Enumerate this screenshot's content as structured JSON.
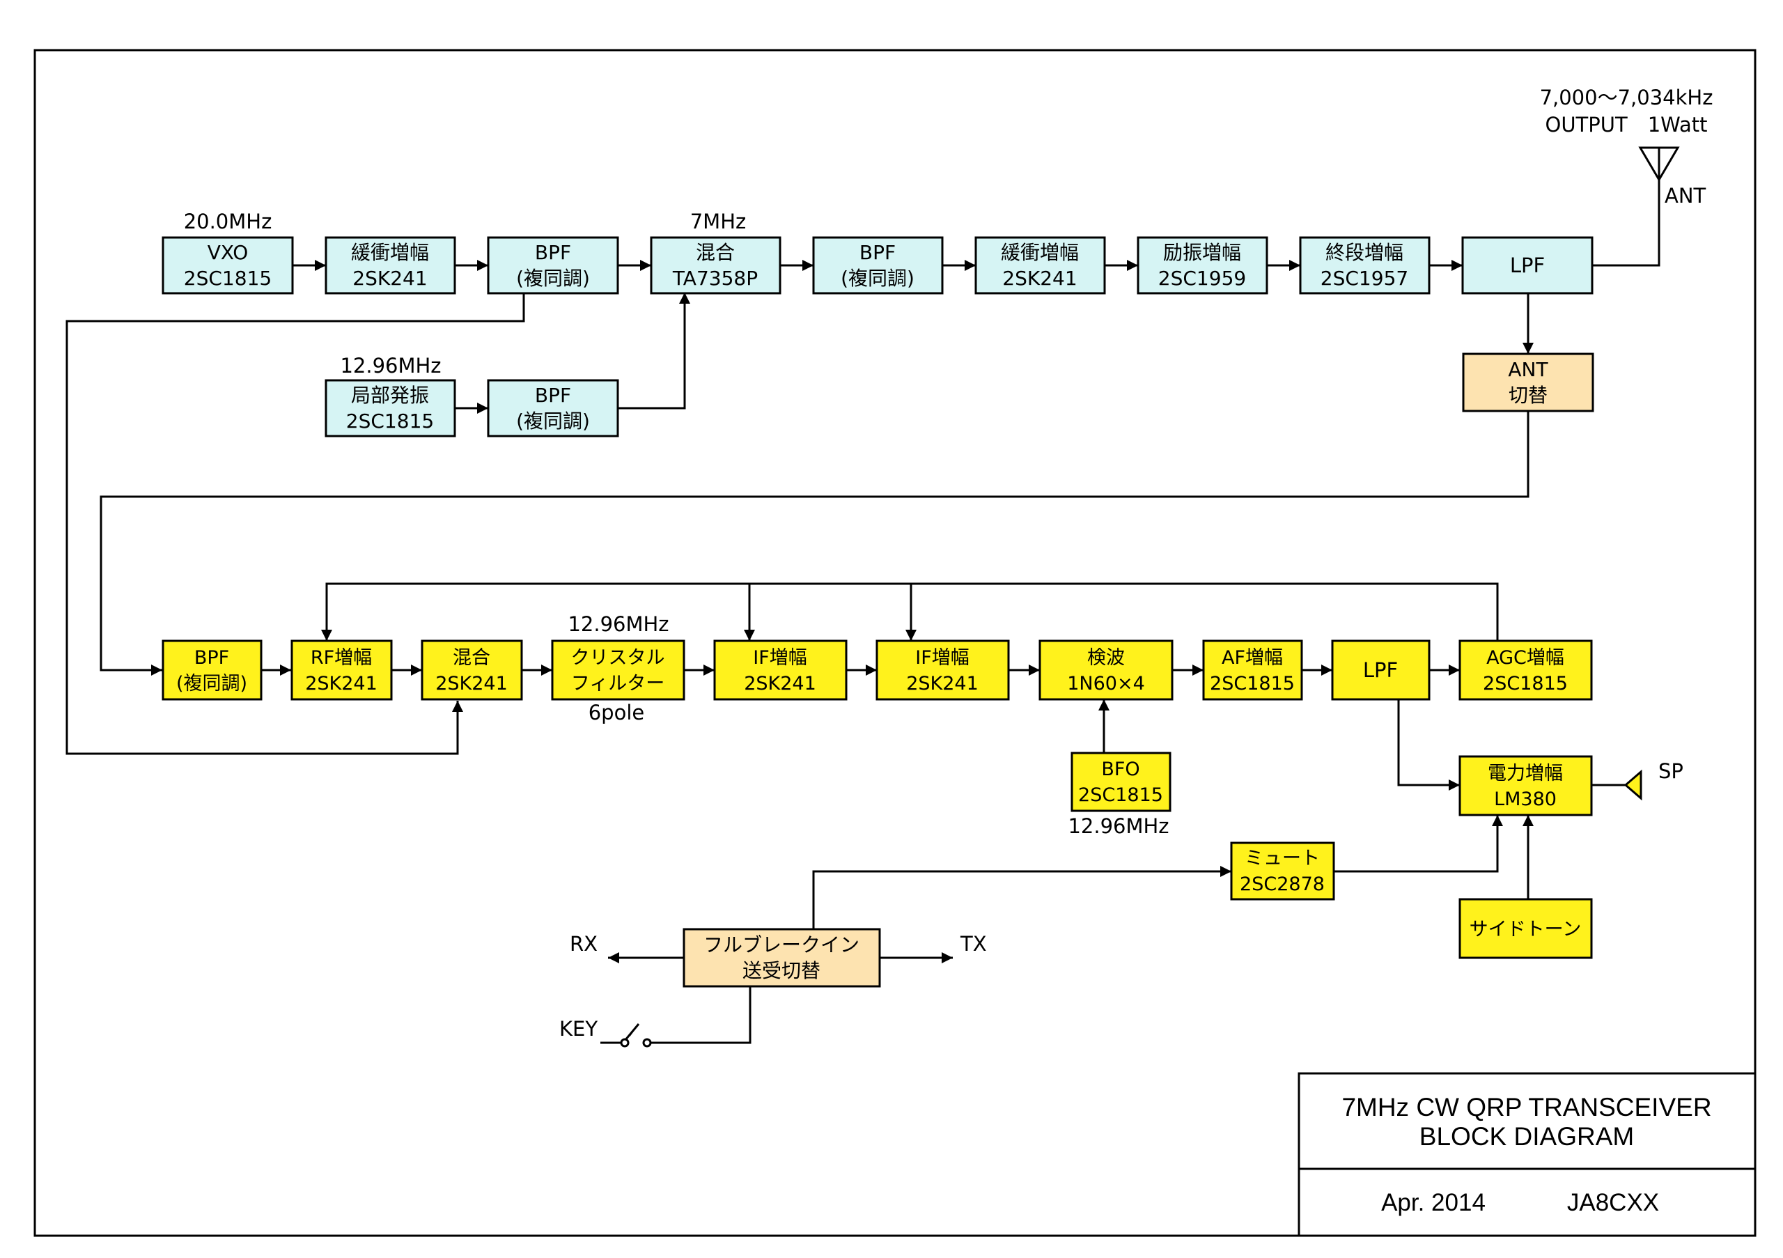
{
  "colors": {
    "tx_block": "#d6f4f4",
    "rx_block": "#fff21c",
    "ctrl_block": "#fde3b0",
    "line": "#000000"
  },
  "blocks": {
    "vxo": {
      "line1": "VXO",
      "line2": "2SC1815"
    },
    "tx_buf1": {
      "line1": "緩衝増幅",
      "line2": "2SK241"
    },
    "tx_bpf1": {
      "line1": "BPF",
      "line2": "(複同調)"
    },
    "tx_mix": {
      "line1": "混合",
      "line2": "TA7358P"
    },
    "tx_bpf2": {
      "line1": "BPF",
      "line2": "(複同調)"
    },
    "tx_buf2": {
      "line1": "緩衝増幅",
      "line2": "2SK241"
    },
    "driver": {
      "line1": "励振増幅",
      "line2": "2SC1959"
    },
    "final": {
      "line1": "終段増幅",
      "line2": "2SC1957"
    },
    "tx_lpf": {
      "line1": "LPF"
    },
    "local_osc": {
      "line1": "局部発振",
      "line2": "2SC1815"
    },
    "lo_bpf": {
      "line1": "BPF",
      "line2": "(複同調)"
    },
    "ant_switch": {
      "line1": "ANT",
      "line2": "切替"
    },
    "rx_bpf": {
      "line1": "BPF",
      "line2": "(複同調)"
    },
    "rf_amp": {
      "line1": "RF増幅",
      "line2": "2SK241"
    },
    "rx_mix": {
      "line1": "混合",
      "line2": "2SK241"
    },
    "xtal_filter": {
      "line1": "クリスタル",
      "line2": "フィルター"
    },
    "if_amp1": {
      "line1": "IF増幅",
      "line2": "2SK241"
    },
    "if_amp2": {
      "line1": "IF増幅",
      "line2": "2SK241"
    },
    "detector": {
      "line1": "検波",
      "line2": "1N60×4"
    },
    "af_amp": {
      "line1": "AF増幅",
      "line2": "2SC1815"
    },
    "rx_lpf": {
      "line1": "LPF"
    },
    "agc_amp": {
      "line1": "AGC増幅",
      "line2": "2SC1815"
    },
    "bfo": {
      "line1": "BFO",
      "line2": "2SC1815"
    },
    "power_amp": {
      "line1": "電力増幅",
      "line2": "LM380"
    },
    "mute": {
      "line1": "ミュート",
      "line2": "2SC2878"
    },
    "sidetone": {
      "line1": "サイドトーン"
    },
    "tr_switch": {
      "line1": "フルブレークイン",
      "line2": "送受切替"
    }
  },
  "labels": {
    "vxo_freq": "20.0MHz",
    "mix_freq": "7MHz",
    "lo_freq": "12.96MHz",
    "xtal_freq": "12.96MHz",
    "xtal_poles": "6pole",
    "bfo_freq": "12.96MHz",
    "output_range": "7,000～7,034kHz",
    "output_power": "OUTPUT　1Watt",
    "ant": "ANT",
    "sp": "SP",
    "rx": "RX",
    "tx": "TX",
    "key": "KEY"
  },
  "title_block": {
    "title_line1": "7MHz CW QRP TRANSCEIVER",
    "title_line2": "BLOCK DIAGRAM",
    "date": "Apr. 2014",
    "author": "JA8CXX"
  }
}
